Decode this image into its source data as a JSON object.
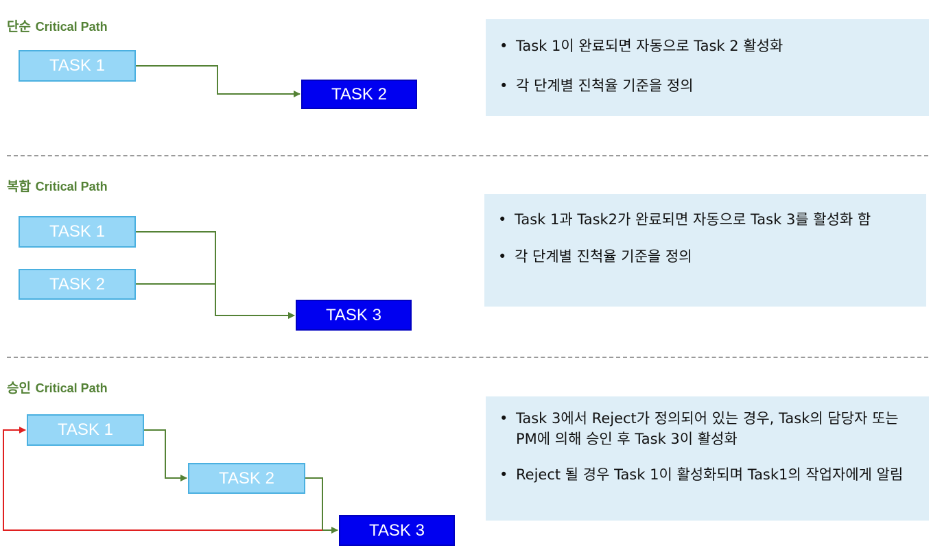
{
  "sections": [
    {
      "title_ko": "단순",
      "title_en": "Critical Path",
      "tasks": [
        "TASK 1",
        "TASK 2"
      ],
      "notes": [
        "Task 1이 완료되면 자동으로 Task 2 활성화",
        "각 단계별 진척율 기준을 정의"
      ]
    },
    {
      "title_ko": "복합",
      "title_en": "Critical Path",
      "tasks": [
        "TASK 1",
        "TASK 2",
        "TASK 3"
      ],
      "notes": [
        "Task 1과 Task2가 완료되면 자동으로 Task 3를 활성화 함",
        "각 단계별 진척율 기준을 정의"
      ]
    },
    {
      "title_ko": "승인",
      "title_en": "Critical Path",
      "tasks": [
        "TASK 1",
        "TASK 2",
        "TASK 3"
      ],
      "notes": [
        "Task 3에서 Reject가 정의되어 있는 경우, Task의 담당자 또는 PM에 의해 승인 후 Task 3이 활성화",
        "Reject 될 경우 Task 1이 활성화되며 Task1의 작업자에게 알림"
      ]
    }
  ],
  "bullet": "•",
  "colors": {
    "title_green": "#538135",
    "task_light_fill": "#97d7f7",
    "task_light_border": "#4bb0e0",
    "task_dark_fill": "#0000f0",
    "note_bg": "#deeef7",
    "connector_green": "#548235",
    "reject_red": "#e02020"
  }
}
